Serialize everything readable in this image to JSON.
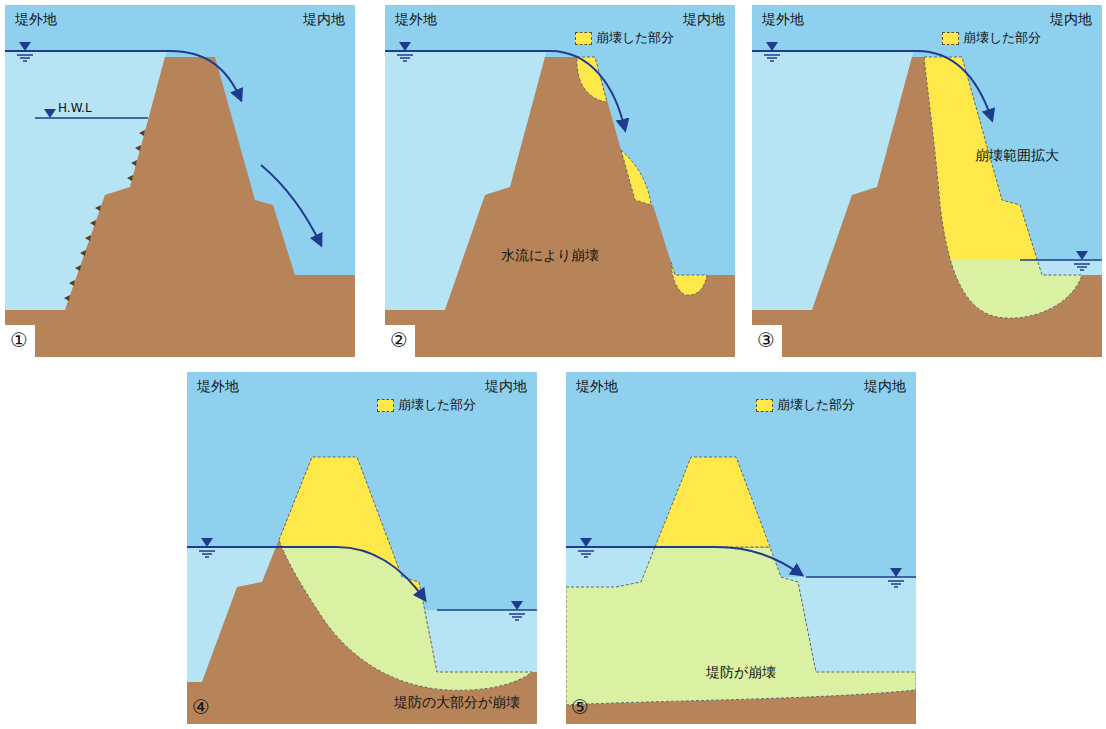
{
  "diagram": {
    "labels": [
      "堤外地",
      "堤内地",
      "H.W.L",
      "①",
      "堤外地",
      "堤内地",
      "水流により崩壊",
      "②",
      "堤外地",
      "堤内地",
      "崩壊範囲拡大",
      "③",
      "堤外地",
      "堤内地",
      "堤防の大部分が崩壊",
      "④",
      "堤外地",
      "堤内地",
      "堤防が崩壊",
      "⑤"
    ],
    "legend": [
      {
        "text": "崩壊した部分",
        "color": "#ffe94a"
      },
      {
        "text": "崩壊した部分",
        "color": "#ffe94a"
      },
      {
        "text": "崩壊した部分",
        "color": "#ffe94a"
      },
      {
        "text": "崩壊した部分",
        "color": "#ffe94a"
      }
    ]
  }
}
